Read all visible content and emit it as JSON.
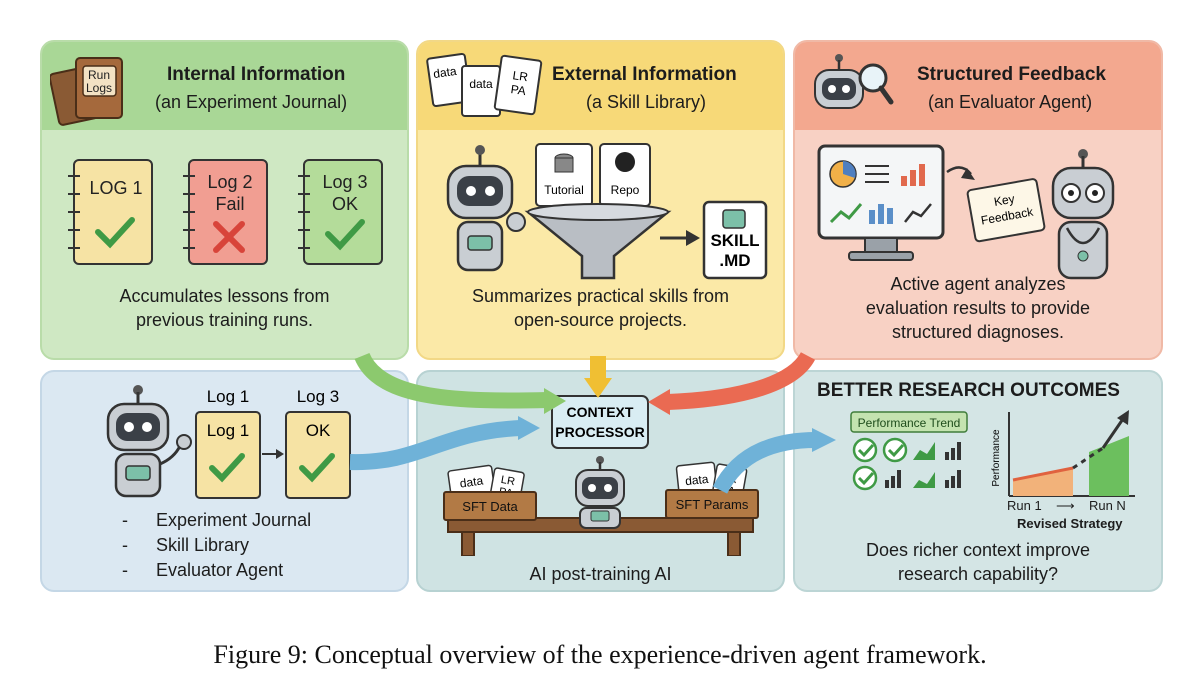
{
  "panels": {
    "internal": {
      "title": "Internal Information",
      "subtitle": "(an Experiment Journal)",
      "book_label_1": "Run",
      "book_label_2": "Logs",
      "notebooks": [
        {
          "line1": "LOG 1",
          "line2": ""
        },
        {
          "line1": "Log 2",
          "line2": "Fail"
        },
        {
          "line1": "Log 3",
          "line2": "OK"
        }
      ],
      "description_line1": "Accumulates lessons from",
      "description_line2": "previous training runs."
    },
    "external": {
      "title": "External Information",
      "subtitle": "(a Skill Library)",
      "doc_labels": [
        "data",
        "data",
        "LR",
        "PA"
      ],
      "source_labels": [
        "Tutorial",
        "Repo"
      ],
      "skill_line1": "SKILL",
      "skill_line2": ".MD",
      "description_line1": "Summarizes practical skills from",
      "description_line2": "open-source projects."
    },
    "feedback": {
      "title": "Structured Feedback",
      "subtitle": "(an Evaluator Agent)",
      "card_line1": "Key",
      "card_line2": "Feedback",
      "description_line1": "Active agent analyzes",
      "description_line2": "evaluation results to provide",
      "description_line3": "structured diagnoses."
    },
    "agent": {
      "log_a_top": "Log 1",
      "log_a_inner": "Log 1",
      "log_b_top": "Log 3",
      "log_b_inner": "OK",
      "bullets": [
        "Experiment Journal",
        "Skill Library",
        "Evaluator Agent"
      ]
    },
    "processor": {
      "label_line1": "CONTEXT",
      "label_line2": "PROCESSOR",
      "box_left": "SFT Data",
      "box_right": "SFT Params",
      "box_left_docs": [
        "data",
        "LR",
        "PA"
      ],
      "box_right_docs": [
        "data",
        "LR",
        "PA"
      ],
      "caption": "AI post-training AI"
    },
    "outcomes": {
      "title": "BETTER RESEARCH OUTCOMES",
      "trend_label": "Performance Trend",
      "y_axis": "Performance",
      "x_start": "Run 1",
      "x_end": "Run N",
      "x_caption": "Revised Strategy",
      "question_line1": "Does richer context improve",
      "question_line2": "research capability?"
    }
  },
  "figure_caption": "Figure 9: Conceptual overview of the experience-driven agent framework.",
  "colors": {
    "green_panel": "#cfe8c3",
    "yellow_panel": "#fbe9a7",
    "red_panel": "#f8d1c4",
    "blue_panel": "#dbe8f2",
    "teal_panel": "#cfe3e3",
    "check_green": "#3f9a45",
    "fail_red": "#d8443a",
    "arrow_green": "#8cc96e",
    "arrow_yellow": "#f0bf33",
    "arrow_red": "#ea6a52",
    "arrow_blue": "#6fb2d8"
  }
}
